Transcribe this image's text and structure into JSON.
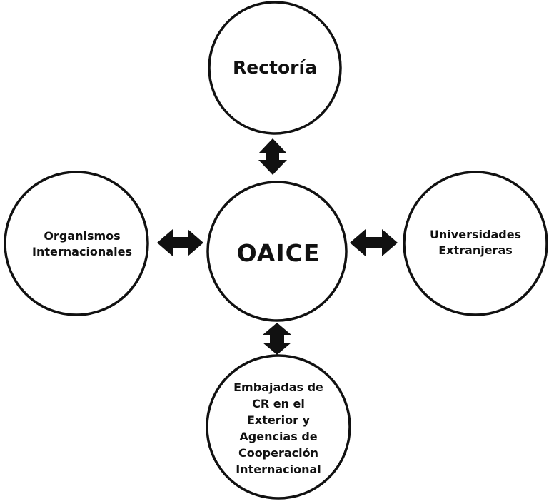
{
  "nodes": {
    "center": {
      "label": "OAICE"
    },
    "top": {
      "label": "Rectoría"
    },
    "left": {
      "lines": [
        "Organismos",
        "Internacionales"
      ]
    },
    "right": {
      "lines": [
        "Universidades",
        "Extranjeras"
      ]
    },
    "bottom": {
      "lines": [
        "Embajadas de",
        "CR en el",
        "Exterior y",
        "Agencias de",
        "Cooperación",
        "Internacional"
      ]
    }
  },
  "connections": [
    {
      "from": "center",
      "to": "top",
      "type": "bidirectional"
    },
    {
      "from": "center",
      "to": "left",
      "type": "bidirectional"
    },
    {
      "from": "center",
      "to": "right",
      "type": "bidirectional"
    },
    {
      "from": "center",
      "to": "bottom",
      "type": "bidirectional"
    }
  ],
  "colors": {
    "stroke": "#111111",
    "fill": "#ffffff",
    "arrow": "#111111"
  }
}
